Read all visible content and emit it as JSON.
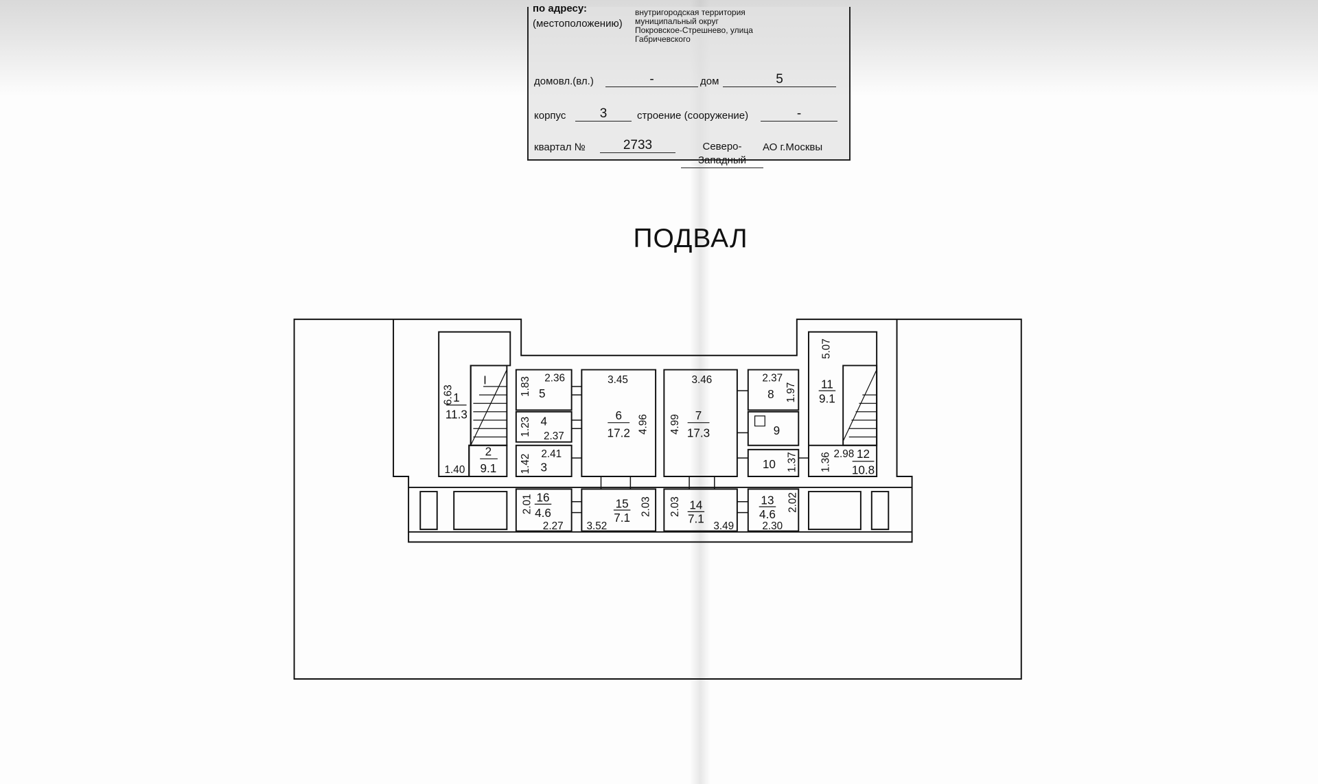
{
  "stamp": {
    "address_label": "по адресу:",
    "location_label": "(местоположению)",
    "address_lines": [
      "внутригородская территория",
      "муниципальный округ",
      "Покровское-Стрешнево, улица",
      "Габричевского"
    ],
    "household_label": "домовл.(вл.)",
    "household_value": "-",
    "house_label": "дом",
    "house_value": "5",
    "building_label": "корпус",
    "building_value": "3",
    "structure_label": "строение (сооружение)",
    "structure_value": "-",
    "block_label": "квартал №",
    "block_value": "2733",
    "district_value": "Северо-Западный",
    "district_suffix": "АО г.Москвы"
  },
  "title": "ПОДВАЛ",
  "rooms": [
    {
      "number": "1",
      "area": "11.3",
      "dims": [
        "6.63",
        "1.40"
      ],
      "stair": "I"
    },
    {
      "number": "2",
      "area": "9.1"
    },
    {
      "number": "3",
      "dims": [
        "1.42",
        "2.41"
      ]
    },
    {
      "number": "4",
      "dims": [
        "1.23",
        "2.37"
      ]
    },
    {
      "number": "5",
      "dims": [
        "1.83",
        "2.36"
      ]
    },
    {
      "number": "6",
      "area": "17.2",
      "dims": [
        "3.45",
        "4.96"
      ]
    },
    {
      "number": "7",
      "area": "17.3",
      "dims": [
        "3.46",
        "4.99"
      ]
    },
    {
      "number": "8",
      "dims": [
        "2.37",
        "1.97"
      ]
    },
    {
      "number": "9"
    },
    {
      "number": "10",
      "dims": [
        "1.37"
      ]
    },
    {
      "number": "11",
      "area": "9.1",
      "dims": [
        "5.07"
      ]
    },
    {
      "number": "12",
      "area": "10.8",
      "dims": [
        "1.36",
        "2.98"
      ]
    },
    {
      "number": "13",
      "area": "4.6",
      "dims": [
        "2.02",
        "2.30"
      ]
    },
    {
      "number": "14",
      "area": "7.1",
      "dims": [
        "2.03",
        "3.49"
      ]
    },
    {
      "number": "15",
      "area": "7.1",
      "dims": [
        "3.52",
        "2.03"
      ]
    },
    {
      "number": "16",
      "area": "4.6",
      "dims": [
        "2.01",
        "2.27"
      ]
    }
  ]
}
